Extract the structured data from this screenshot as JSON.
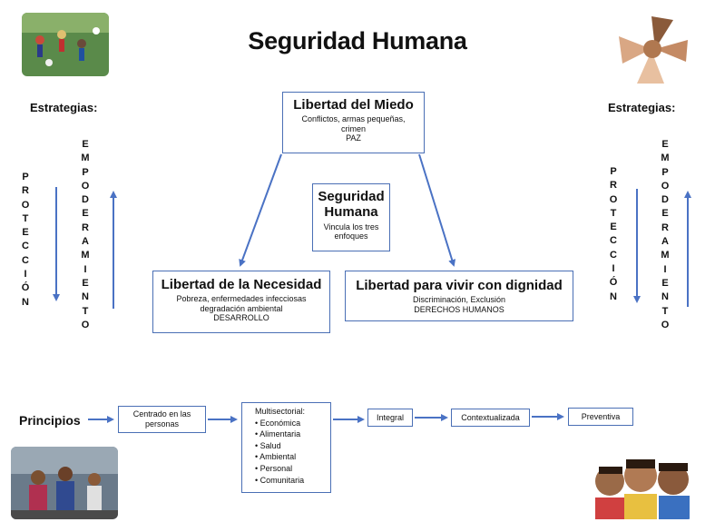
{
  "title": "Seguridad Humana",
  "strategies": {
    "left_label": "Estrategias:",
    "right_label": "Estrategias:",
    "proteccion": [
      "P",
      "R",
      "O",
      "T",
      "E",
      "C",
      "C",
      "I",
      "Ó",
      "N"
    ],
    "empoderamiento": [
      "E",
      "M",
      "P",
      "O",
      "D",
      "E",
      "R",
      "A",
      "M",
      "I",
      "E",
      "N",
      "T",
      "O"
    ]
  },
  "nodes": {
    "miedo": {
      "title": "Libertad del Miedo",
      "line1": "Conflictos, armas pequeñas,",
      "line2": "crimen",
      "line3": "PAZ"
    },
    "center": {
      "title1": "Seguridad",
      "title2": "Humana",
      "line1": "Vincula los tres",
      "line2": "enfoques"
    },
    "necesidad": {
      "title": "Libertad de la Necesidad",
      "line1": "Pobreza, enfermedades infecciosas",
      "line2": "degradación ambiental",
      "line3": "DESARROLLO"
    },
    "dignidad": {
      "title": "Libertad para vivir con dignidad",
      "line1": "Discriminación, Exclusión",
      "line2": "DERECHOS HUMANOS"
    }
  },
  "principles": {
    "label": "Principios",
    "centrado": {
      "line1": "Centrado en las",
      "line2": "personas"
    },
    "multisectorial": {
      "title": "Multisectorial:",
      "items": [
        "• Económica",
        "• Alimentaria",
        "• Salud",
        "• Ambiental",
        "• Personal",
        "• Comunitaria"
      ]
    },
    "integral": "Integral",
    "contextualizada": "Contextualizada",
    "preventiva": "Preventiva"
  },
  "colors": {
    "arrow": "#4a72c4",
    "box_border": "#4a6fb5"
  }
}
